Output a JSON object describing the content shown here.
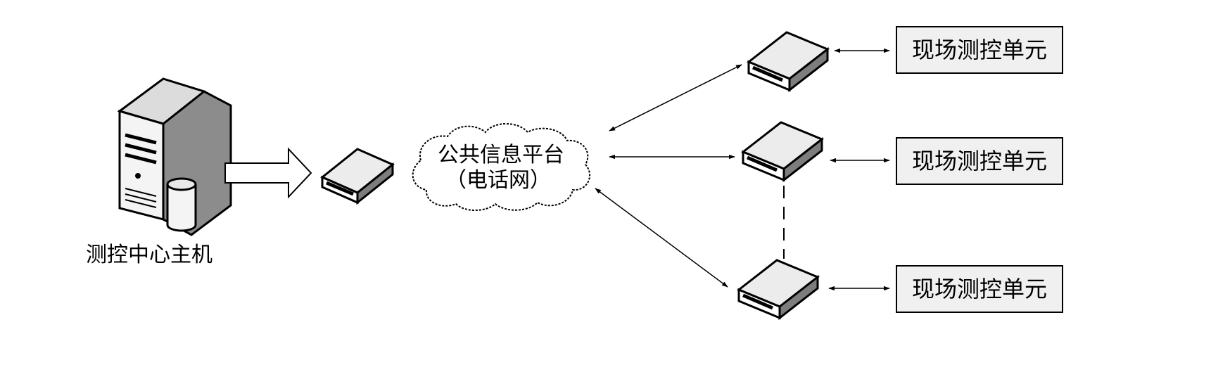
{
  "host": {
    "label": "测控中心主机",
    "icon": "server-with-database-icon"
  },
  "network": {
    "line1": "公共信息平台",
    "line2": "（电话网）",
    "icon": "cloud-icon"
  },
  "modem_icon": "modem-icon",
  "units": [
    {
      "label": "现场测控单元"
    },
    {
      "label": "现场测控单元"
    },
    {
      "label": "现场测控单元"
    }
  ],
  "colors": {
    "unit_box_fill": "#f0f0f0",
    "device_fill": "#ffffff",
    "stroke": "#000000"
  }
}
